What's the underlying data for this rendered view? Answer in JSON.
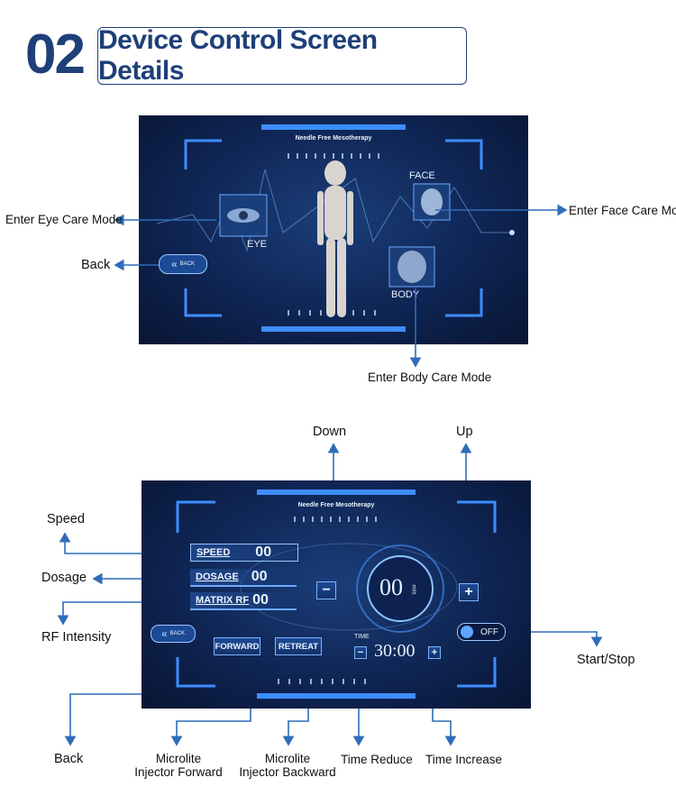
{
  "header": {
    "number": "02",
    "title": "Device Control Screen Details"
  },
  "screen1": {
    "heading": "Needle Free Mesotherapy",
    "zone_face": "FACE",
    "zone_eye": "EYE",
    "zone_body": "BODY",
    "back_btn": "BACK",
    "callouts": {
      "eye": "Enter Eye Care Mode",
      "face": "Enter Face Care Mode",
      "back": "Back",
      "body": "Enter Body Care Mode"
    }
  },
  "screen2": {
    "heading": "Needle Free Mesotherapy",
    "speed_label": "SPEED",
    "speed_value": "00",
    "dosage_label": "DOSAGE",
    "dosage_value": "00",
    "matrix_label": "MATRIX RF",
    "matrix_value": "00",
    "dial_value": "00",
    "dial_unit": "ml/s",
    "time_label": "TIME",
    "time_value": "30:00",
    "minus_symbol": "−",
    "plus_symbol": "+",
    "toggle_label": "OFF",
    "back_btn": "BACK",
    "forward_btn": "FORWARD",
    "retreat_btn": "RETREAT",
    "callouts": {
      "down": "Down",
      "up": "Up",
      "speed": "Speed",
      "dosage": "Dosage",
      "rf": "RF Intensity",
      "start_stop": "Start/Stop",
      "back": "Back",
      "micro_fwd_1": "Microlite",
      "micro_fwd_2": "Injector Forward",
      "micro_bwd_1": "Microlite",
      "micro_bwd_2": "Injector Backward",
      "time_reduce": "Time Reduce",
      "time_increase": "Time Increase"
    }
  },
  "colors": {
    "brand": "#1f3f78",
    "arrow": "#2f6db8",
    "screen_bg": "#0f2554",
    "glow": "#4aa3ff"
  }
}
